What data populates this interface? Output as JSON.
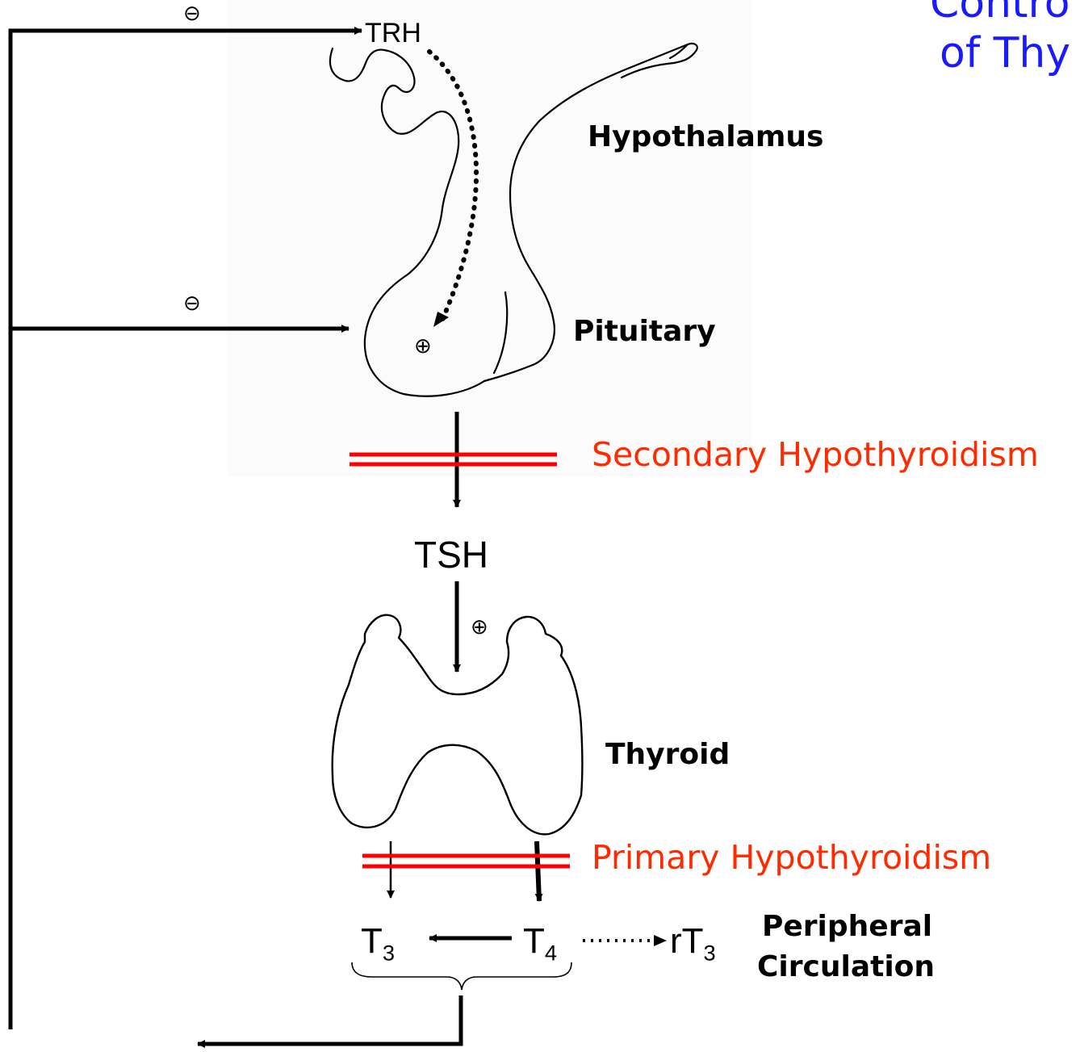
{
  "title": {
    "line1": "Contro",
    "line2": "of Thy"
  },
  "hormones": {
    "trh": "TRH",
    "tsh": "TSH",
    "t3": {
      "base": "T",
      "sub": "3"
    },
    "t4": {
      "base": "T",
      "sub": "4"
    },
    "rt3": {
      "base": "rT",
      "sub": "3"
    }
  },
  "organs": {
    "hypothalamus": "Hypothalamus",
    "pituitary": "Pituitary",
    "thyroid": "Thyroid",
    "peripheral_line1": "Peripheral",
    "peripheral_line2": "Circulation"
  },
  "defects": {
    "secondary": "Secondary Hypothyroidism",
    "primary": "Primary Hypothyroidism"
  },
  "signs": {
    "inhibit": "⊖",
    "stimulate": "⊕"
  },
  "colors": {
    "defect_bar": "#ff0000",
    "defect_text": "#ff2a00",
    "title_text": "#1a1aff",
    "lines": "#000000"
  }
}
